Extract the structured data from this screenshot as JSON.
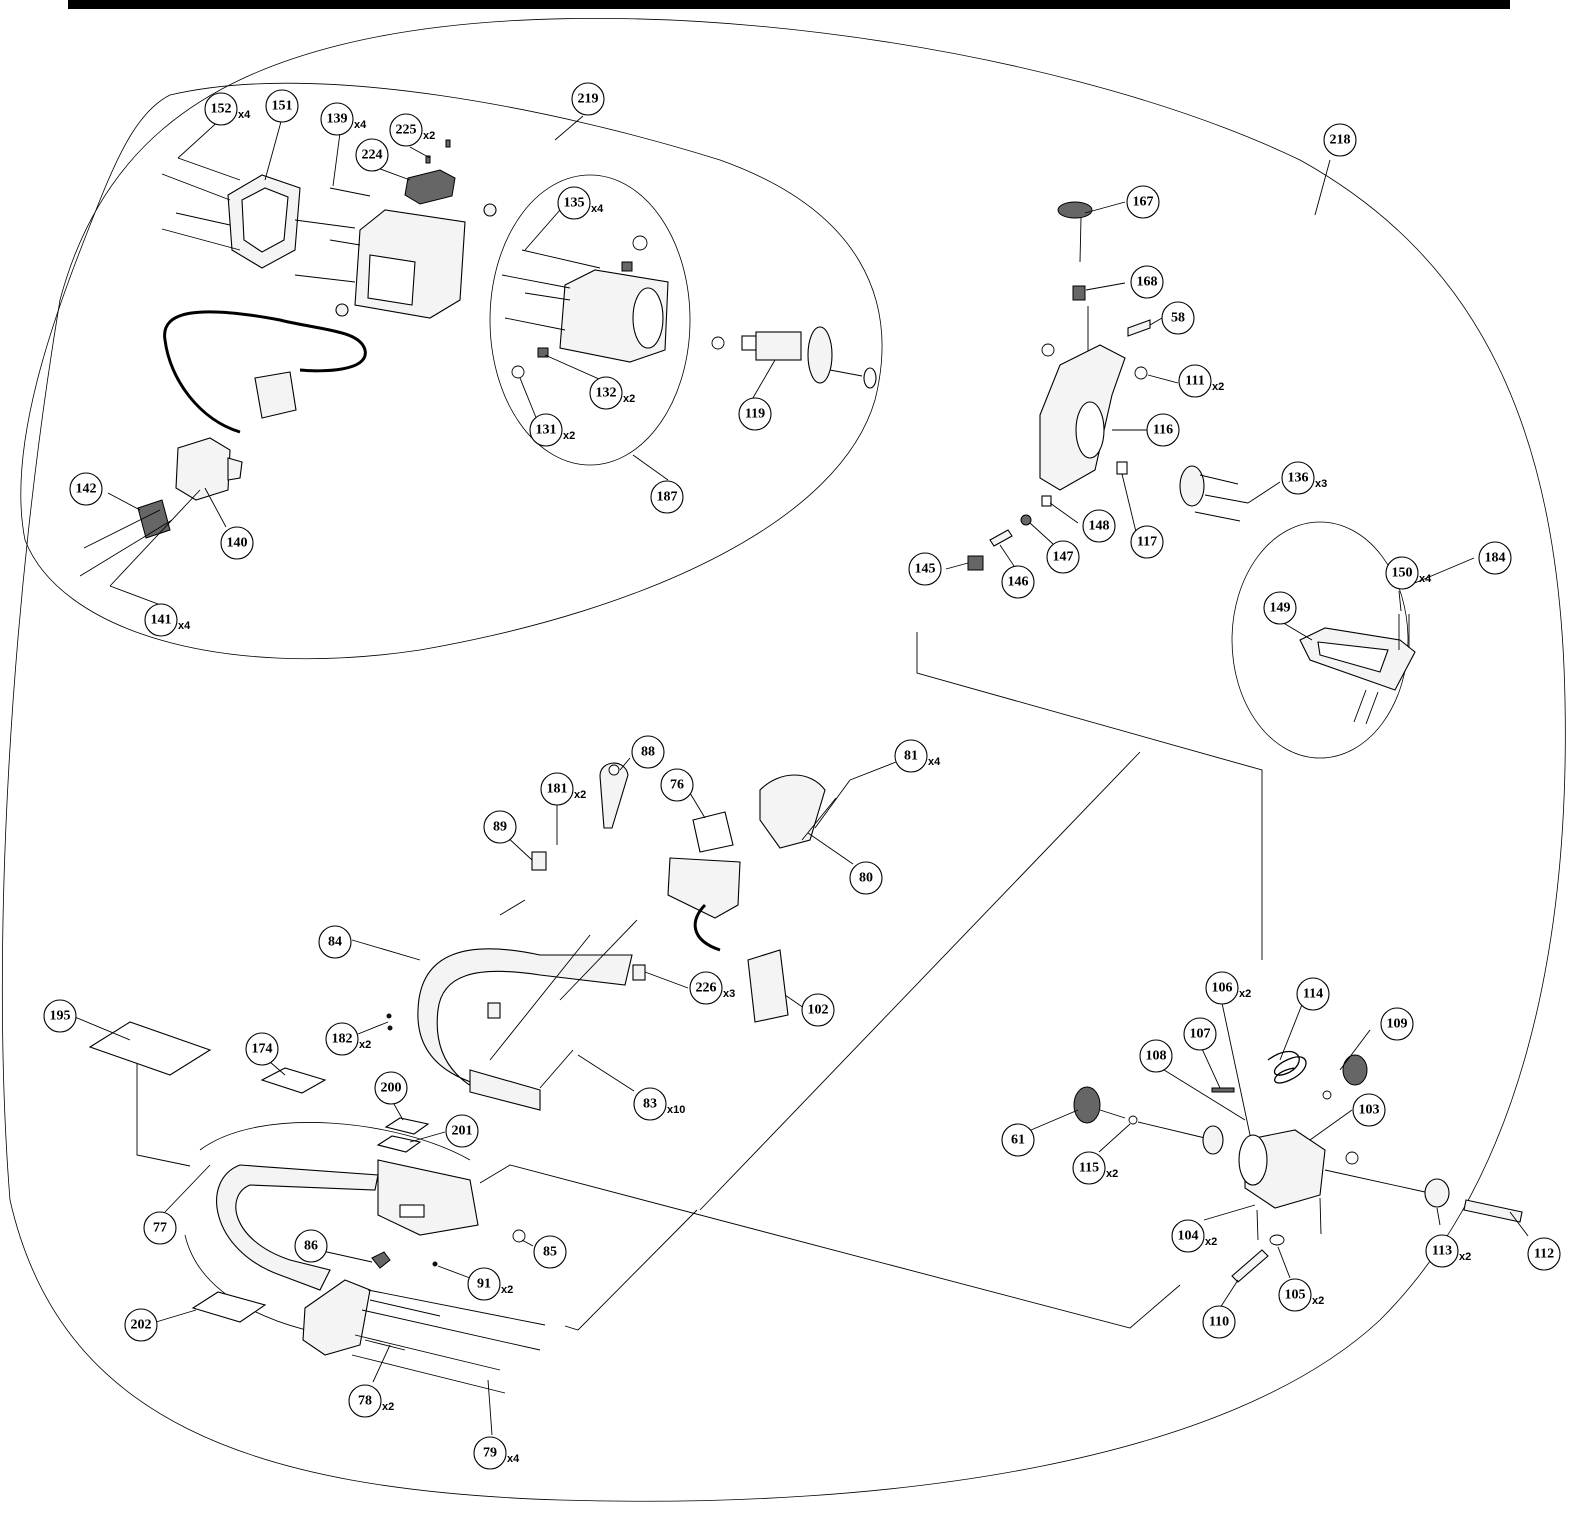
{
  "callouts": [
    {
      "id": "c152",
      "num": "152",
      "qty": "x4"
    },
    {
      "id": "c151",
      "num": "151",
      "qty": ""
    },
    {
      "id": "c139",
      "num": "139",
      "qty": "x4"
    },
    {
      "id": "c225",
      "num": "225",
      "qty": "x2"
    },
    {
      "id": "c224",
      "num": "224",
      "qty": ""
    },
    {
      "id": "c219",
      "num": "219",
      "qty": ""
    },
    {
      "id": "c218",
      "num": "218",
      "qty": ""
    },
    {
      "id": "c135",
      "num": "135",
      "qty": "x4"
    },
    {
      "id": "c132",
      "num": "132",
      "qty": "x2"
    },
    {
      "id": "c131",
      "num": "131",
      "qty": "x2"
    },
    {
      "id": "c119",
      "num": "119",
      "qty": ""
    },
    {
      "id": "c187",
      "num": "187",
      "qty": ""
    },
    {
      "id": "c142",
      "num": "142",
      "qty": ""
    },
    {
      "id": "c140",
      "num": "140",
      "qty": ""
    },
    {
      "id": "c141",
      "num": "141",
      "qty": "x4"
    },
    {
      "id": "c167",
      "num": "167",
      "qty": ""
    },
    {
      "id": "c168",
      "num": "168",
      "qty": ""
    },
    {
      "id": "c58",
      "num": "58",
      "qty": ""
    },
    {
      "id": "c111",
      "num": "111",
      "qty": "x2"
    },
    {
      "id": "c116",
      "num": "116",
      "qty": ""
    },
    {
      "id": "c136",
      "num": "136",
      "qty": "x3"
    },
    {
      "id": "c117",
      "num": "117",
      "qty": ""
    },
    {
      "id": "c148",
      "num": "148",
      "qty": ""
    },
    {
      "id": "c147",
      "num": "147",
      "qty": ""
    },
    {
      "id": "c146",
      "num": "146",
      "qty": ""
    },
    {
      "id": "c145",
      "num": "145",
      "qty": ""
    },
    {
      "id": "c184",
      "num": "184",
      "qty": ""
    },
    {
      "id": "c150",
      "num": "150",
      "qty": "x4"
    },
    {
      "id": "c149",
      "num": "149",
      "qty": ""
    },
    {
      "id": "c88",
      "num": "88",
      "qty": ""
    },
    {
      "id": "c76",
      "num": "76",
      "qty": ""
    },
    {
      "id": "c81",
      "num": "81",
      "qty": "x4"
    },
    {
      "id": "c181",
      "num": "181",
      "qty": "x2"
    },
    {
      "id": "c89",
      "num": "89",
      "qty": ""
    },
    {
      "id": "c80",
      "num": "80",
      "qty": ""
    },
    {
      "id": "c84",
      "num": "84",
      "qty": ""
    },
    {
      "id": "c226",
      "num": "226",
      "qty": "x3"
    },
    {
      "id": "c102",
      "num": "102",
      "qty": ""
    },
    {
      "id": "c182",
      "num": "182",
      "qty": "x2"
    },
    {
      "id": "c195",
      "num": "195",
      "qty": ""
    },
    {
      "id": "c174",
      "num": "174",
      "qty": ""
    },
    {
      "id": "c83",
      "num": "83",
      "qty": "x10"
    },
    {
      "id": "c200",
      "num": "200",
      "qty": ""
    },
    {
      "id": "c201",
      "num": "201",
      "qty": ""
    },
    {
      "id": "c77",
      "num": "77",
      "qty": ""
    },
    {
      "id": "c85",
      "num": "85",
      "qty": ""
    },
    {
      "id": "c86",
      "num": "86",
      "qty": ""
    },
    {
      "id": "c91",
      "num": "91",
      "qty": "x2"
    },
    {
      "id": "c202",
      "num": "202",
      "qty": ""
    },
    {
      "id": "c78",
      "num": "78",
      "qty": "x2"
    },
    {
      "id": "c79",
      "num": "79",
      "qty": "x4"
    },
    {
      "id": "c106",
      "num": "106",
      "qty": "x2"
    },
    {
      "id": "c114",
      "num": "114",
      "qty": ""
    },
    {
      "id": "c109",
      "num": "109",
      "qty": ""
    },
    {
      "id": "c107",
      "num": "107",
      "qty": ""
    },
    {
      "id": "c108",
      "num": "108",
      "qty": ""
    },
    {
      "id": "c103",
      "num": "103",
      "qty": ""
    },
    {
      "id": "c61",
      "num": "61",
      "qty": ""
    },
    {
      "id": "c115",
      "num": "115",
      "qty": "x2"
    },
    {
      "id": "c104",
      "num": "104",
      "qty": "x2"
    },
    {
      "id": "c113",
      "num": "113",
      "qty": "x2"
    },
    {
      "id": "c112",
      "num": "112",
      "qty": ""
    },
    {
      "id": "c105",
      "num": "105",
      "qty": "x2"
    },
    {
      "id": "c110",
      "num": "110",
      "qty": ""
    }
  ]
}
